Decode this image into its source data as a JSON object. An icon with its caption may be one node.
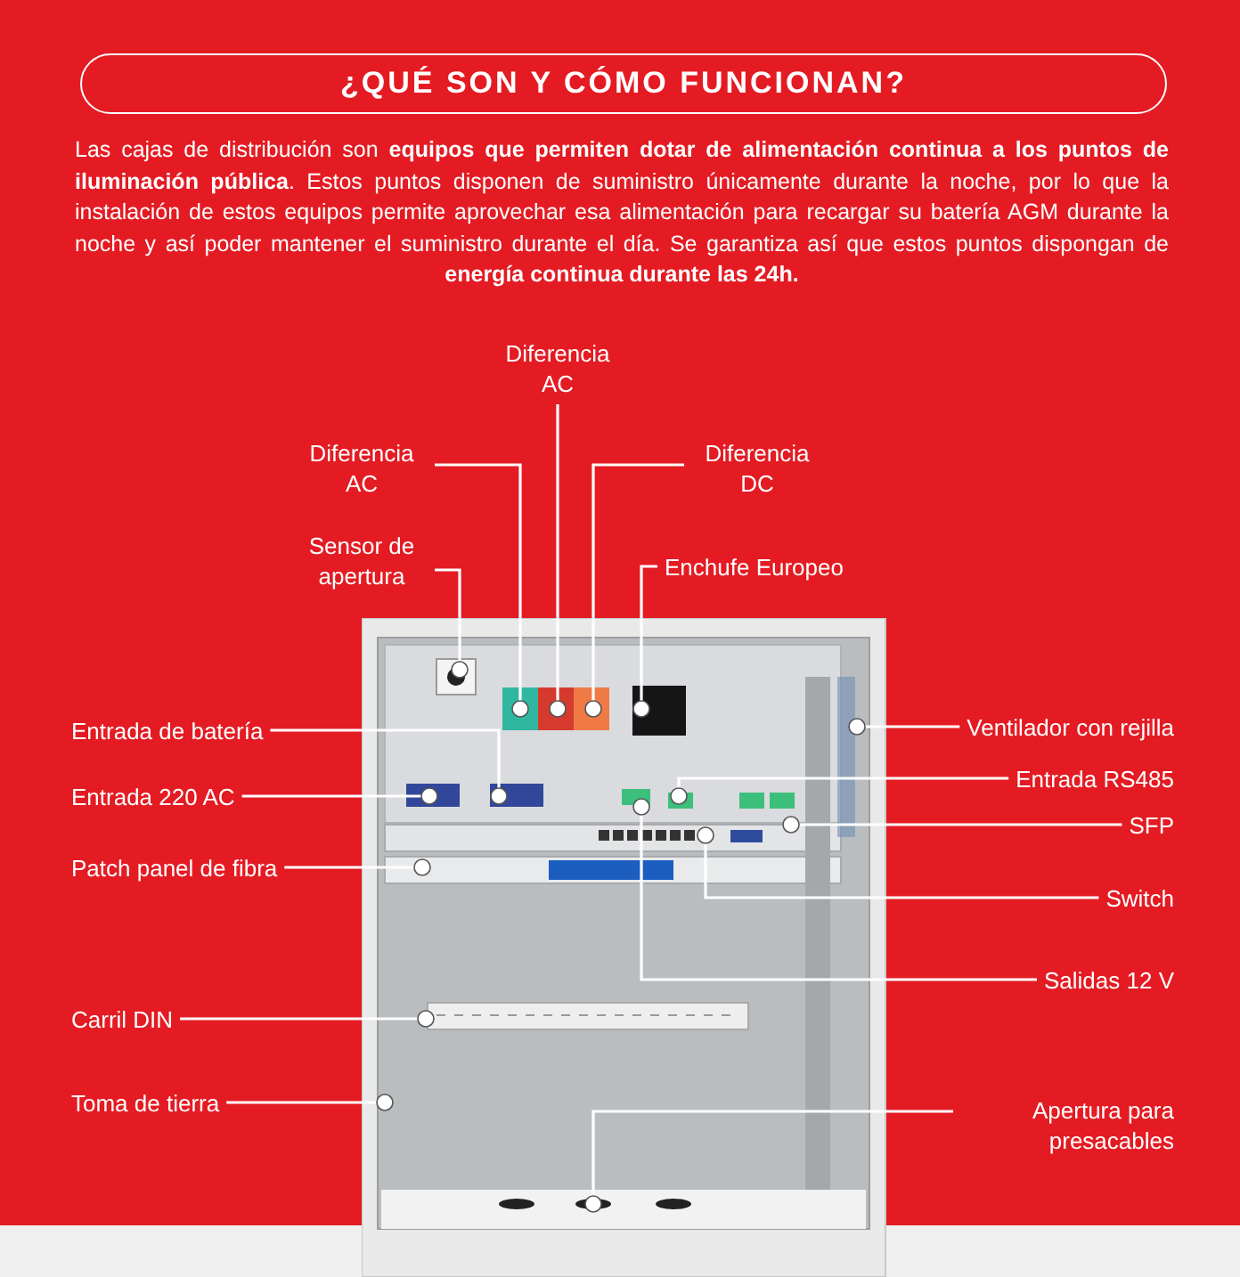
{
  "diagram": {
    "title": "¿QUÉ SON Y CÓMO FUNCIONAN?",
    "nodes": [
      {
        "text": [
          "Diferencia AC"
        ]
      },
      {
        "text": [
          "Diferencia AC"
        ]
      },
      {
        "text": [
          "Diferencia DC"
        ]
      },
      {
        "text": [
          "Sensor de apertura"
        ]
      },
      {
        "text": [
          "Enchufe Europeo"
        ]
      },
      {
        "text": [
          "Entrada de batería"
        ]
      },
      {
        "text": [
          "Ventilador con rejilla"
        ]
      },
      {
        "text": [
          "Entrada 220 AC"
        ]
      },
      {
        "text": [
          "Entrada RS485"
        ]
      },
      {
        "text": [
          "SFP"
        ]
      },
      {
        "text": [
          "Patch panel de fibra"
        ]
      },
      {
        "text": [
          "Switch"
        ]
      },
      {
        "text": [
          "Salidas 12 V"
        ]
      },
      {
        "text": [
          "Carril DIN"
        ]
      },
      {
        "text": [
          "Toma de tierra"
        ]
      },
      {
        "text": [
          "Apertura para presacables"
        ]
      }
    ],
    "edges": [
      {
        "from": 0,
        "to": null,
        "arrow": "other"
      },
      {
        "from": 1,
        "to": null,
        "arrow": "other"
      },
      {
        "from": 2,
        "to": null,
        "arrow": "other"
      },
      {
        "from": 3,
        "to": null,
        "arrow": "other"
      },
      {
        "from": 4,
        "to": null,
        "arrow": "other"
      },
      {
        "from": 5,
        "to": null,
        "arrow": "other"
      },
      {
        "from": 6,
        "to": null,
        "arrow": "other"
      },
      {
        "from": 7,
        "to": null,
        "arrow": "other"
      },
      {
        "from": 8,
        "to": null,
        "arrow": "other"
      },
      {
        "from": 9,
        "to": null,
        "arrow": "other"
      },
      {
        "from": 10,
        "to": null,
        "arrow": "other"
      },
      {
        "from": 11,
        "to": null,
        "arrow": "other"
      },
      {
        "from": 12,
        "to": null,
        "arrow": "other"
      },
      {
        "from": 13,
        "to": null,
        "arrow": "other"
      },
      {
        "from": 14,
        "to": null,
        "arrow": "other"
      },
      {
        "from": 15,
        "to": null,
        "arrow": "other"
      }
    ],
    "labels": [
      "Las cajas de distribución son **equipos que permiten dotar de alimentación continua a los puntos de iluminación pública**. Estos puntos disponen de suministro únicamente durante la noche, por lo que la instalación de estos equipos permite aprovechar esa alimentación para recargar su batería AGM durante la noche y así poder mantener el suministro durante el día. Se garantiza así que estos puntos dispongan de **energía continua durante las 24h.**"
    ]
  }
}
